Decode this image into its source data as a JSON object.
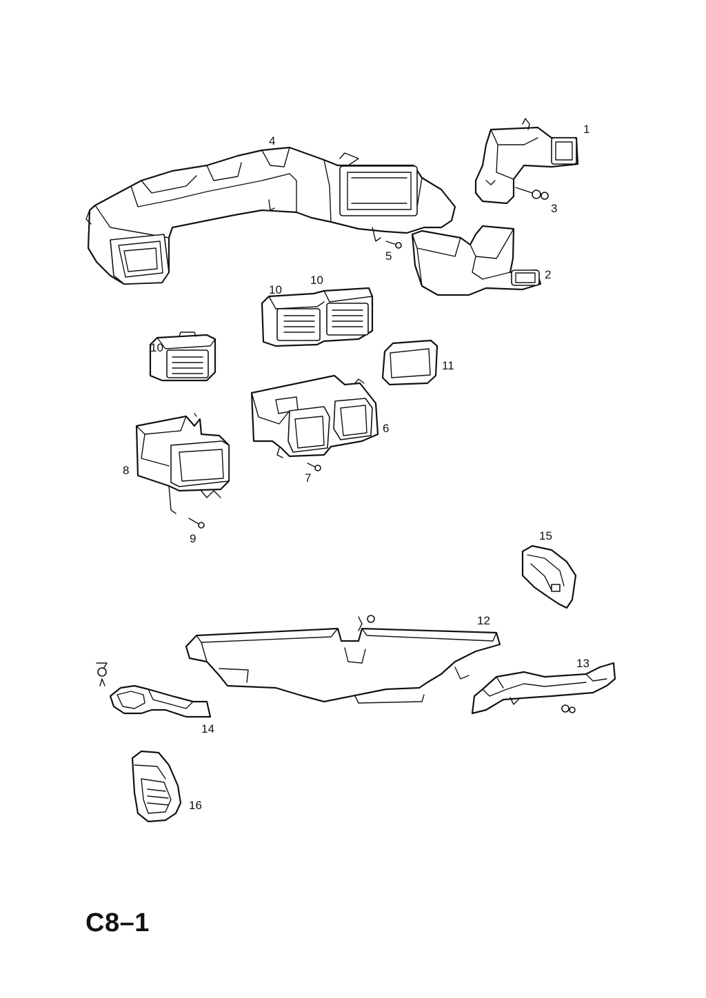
{
  "page_code": "C8–1",
  "callouts": {
    "c1": "1",
    "c2": "2",
    "c3": "3",
    "c4": "4",
    "c5": "5",
    "c6": "6",
    "c7": "7",
    "c8": "8",
    "c9": "9",
    "c10a": "10",
    "c10b": "10",
    "c10c": "10",
    "c11": "11",
    "c12": "12",
    "c13": "13",
    "c14": "14",
    "c15": "15",
    "c16": "16"
  },
  "colors": {
    "ink": "#111111",
    "paper": "#ffffff"
  }
}
